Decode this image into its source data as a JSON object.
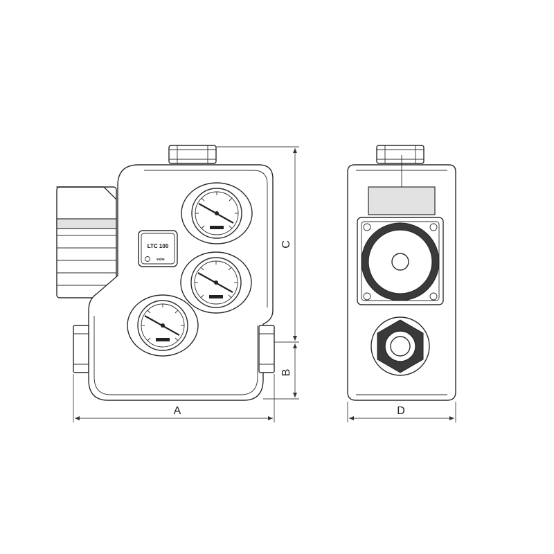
{
  "dimensions": {
    "a": "A",
    "b": "B",
    "c": "C",
    "d": "D"
  },
  "badge": {
    "model": "LTC 100",
    "brand": "esbe"
  },
  "colors": {
    "line": "#2b2b2b",
    "shade": "#e2e2e2",
    "dark": "#3a3a3a"
  },
  "icons": [
    "gauge-icon",
    "circulation-pump-icon",
    "pipe-connection-icon",
    "dimension-arrow-icon"
  ]
}
